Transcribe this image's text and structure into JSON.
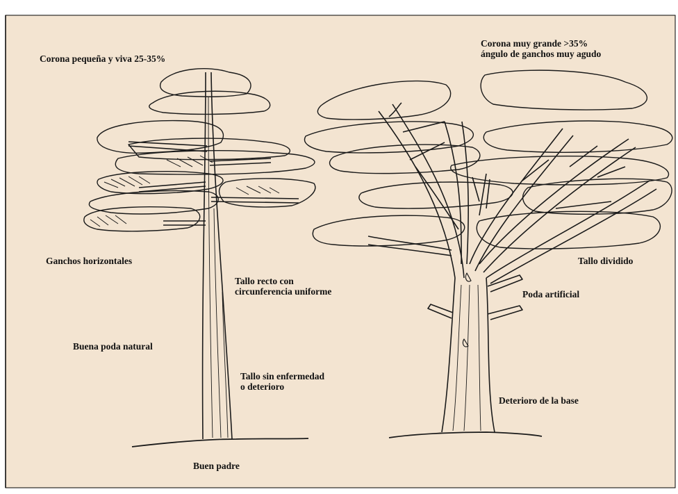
{
  "background_color": "#f3e4d1",
  "ink_color": "#1a1a1a",
  "good_tree": {
    "crown_label": "Corona pequeña y viva 25-35%",
    "branches_label": "Ganchos horizontales",
    "stem_label": [
      "Tallo recto con",
      "circunferencia uniforme"
    ],
    "pruning_label": "Buena poda natural",
    "health_label": [
      "Tallo sin enfermedad",
      "o deterioro"
    ],
    "caption": "Buen padre"
  },
  "bad_tree": {
    "crown_label": [
      "Corona muy grande >35%",
      "ángulo de ganchos muy agudo"
    ],
    "fork_label": "Tallo dividido",
    "pruning_label": "Poda artificial",
    "base_label": "Deterioro de la base"
  }
}
